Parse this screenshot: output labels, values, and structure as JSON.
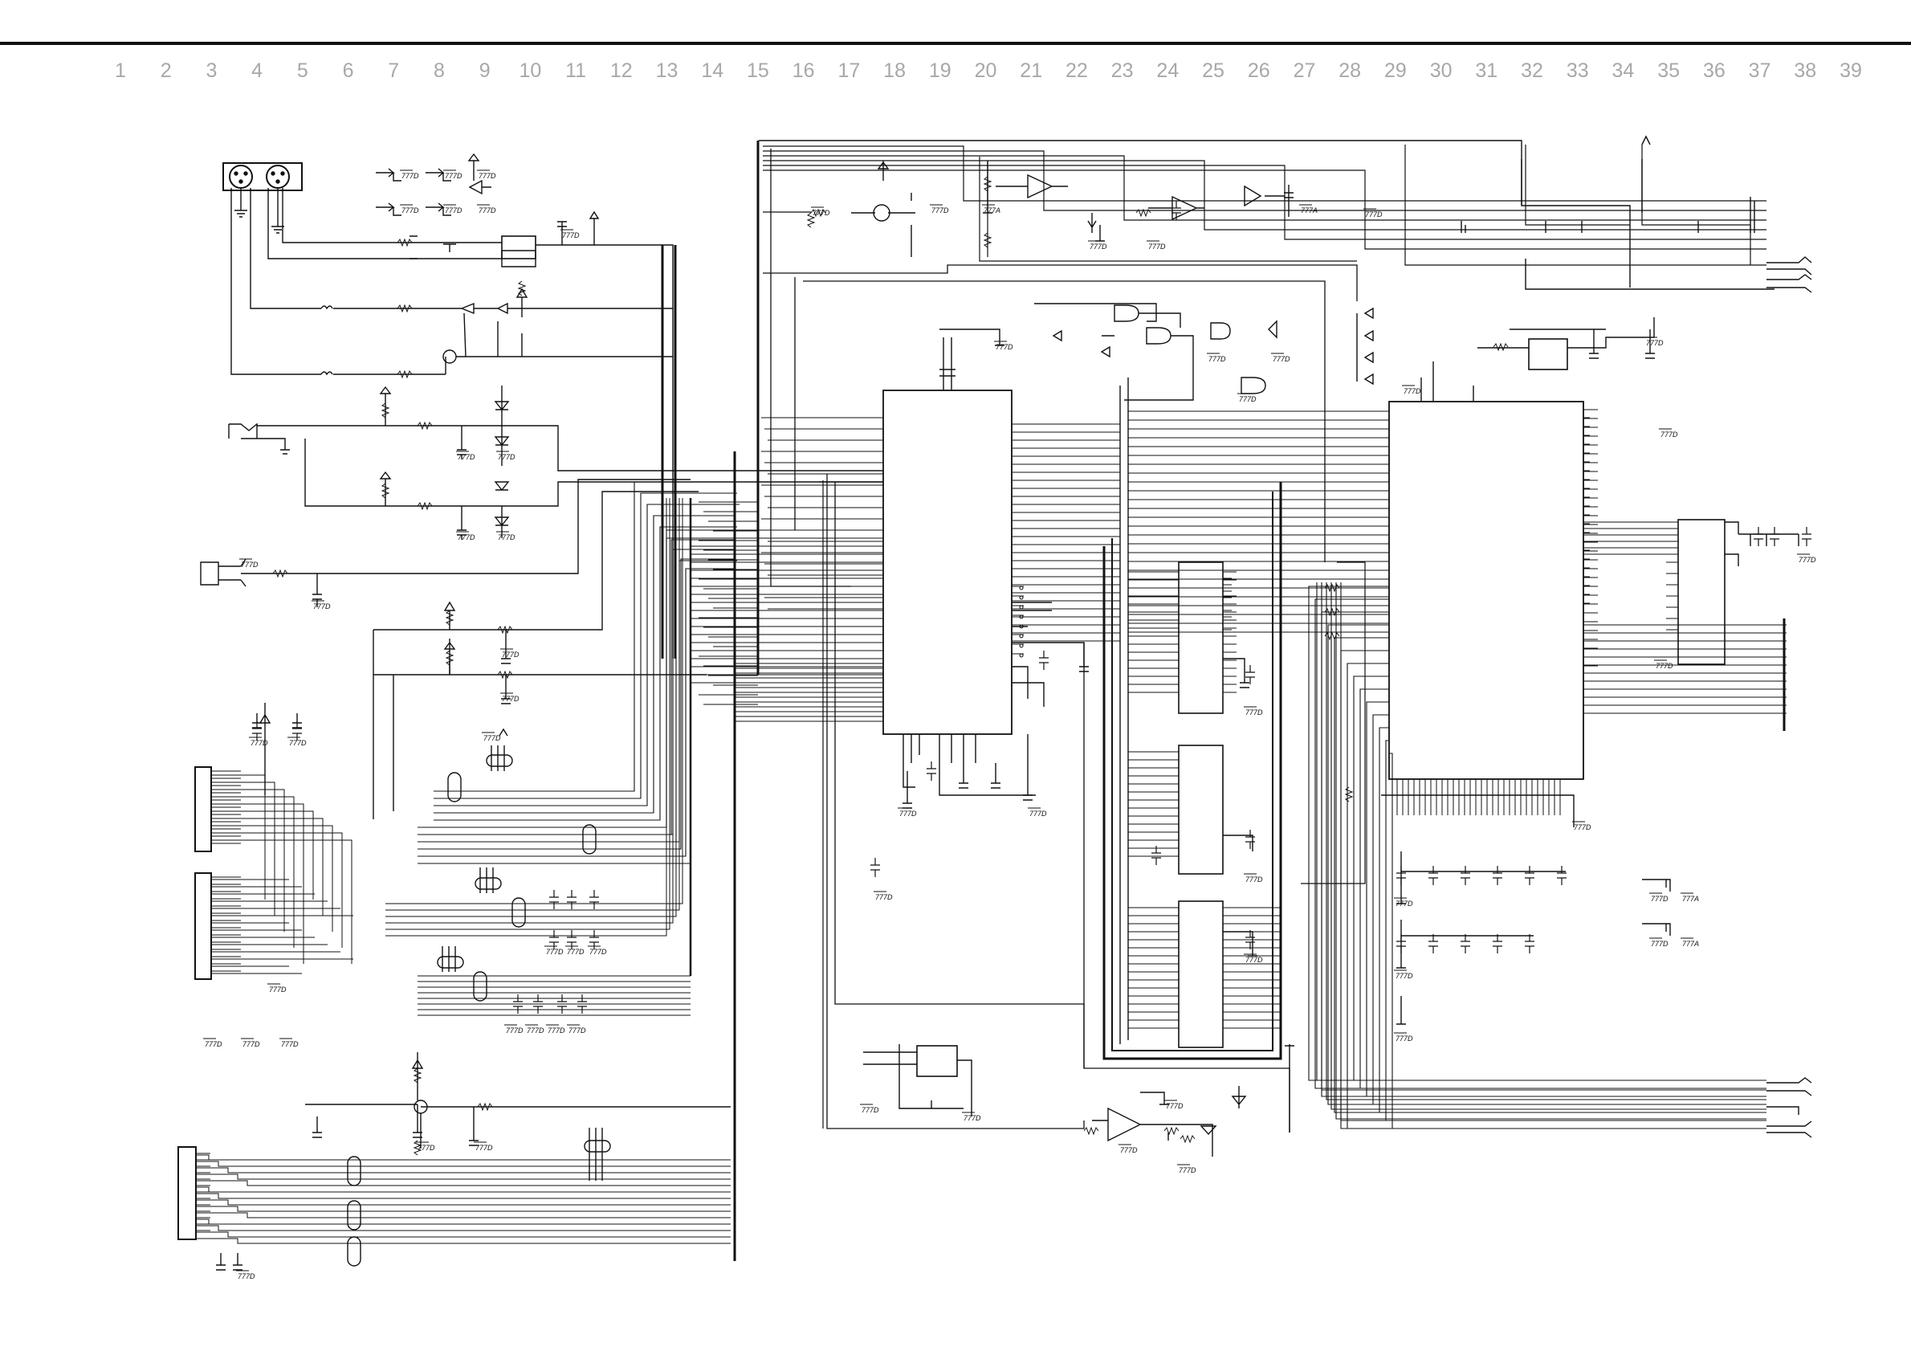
{
  "sheet": {
    "column_numbers": [
      "1",
      "2",
      "3",
      "4",
      "5",
      "6",
      "7",
      "8",
      "9",
      "10",
      "11",
      "12",
      "13",
      "14",
      "15",
      "16",
      "17",
      "18",
      "19",
      "20",
      "21",
      "22",
      "23",
      "24",
      "25",
      "26",
      "27",
      "28",
      "29",
      "30",
      "31",
      "32",
      "33",
      "34",
      "35",
      "36",
      "37",
      "38",
      "39"
    ],
    "ground_label_d": "777D",
    "ground_label_a": "777A"
  },
  "colors": {
    "line": "#111111",
    "column_numbers": "#a8a8a8",
    "background": "#ffffff"
  }
}
